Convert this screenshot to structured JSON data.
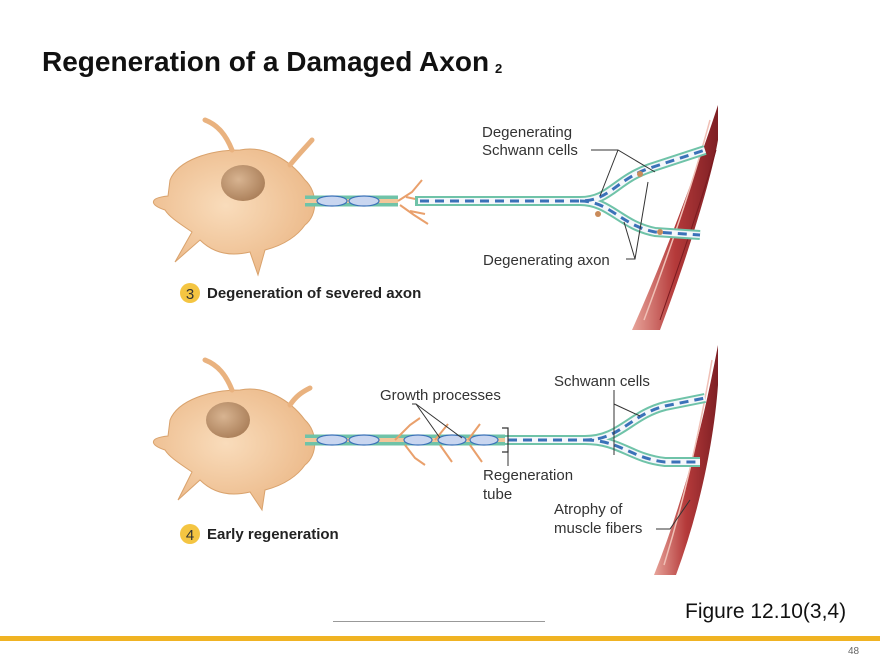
{
  "slide": {
    "title": "Regeneration of a Damaged Axon",
    "title_suffix": "2",
    "figure_ref": "Figure 12.10(3,4)",
    "page_number": "48"
  },
  "panels": [
    {
      "step": "3",
      "caption": "Degeneration of severed axon",
      "labels": {
        "schwann_line1": "Degenerating",
        "schwann_line2": "Schwann cells",
        "axon": "Degenerating axon"
      }
    },
    {
      "step": "4",
      "caption": "Early regeneration",
      "labels": {
        "schwann": "Schwann cells",
        "growth": "Growth processes",
        "regen_line1": "Regeneration",
        "regen_line2": "tube",
        "atrophy_line1": "Atrophy of",
        "atrophy_line2": "muscle fibers"
      }
    }
  ],
  "colors": {
    "cell_body": "#f2c79a",
    "cell_outline": "#d9a26c",
    "nucleus": "#c9a27a",
    "axon_green": "#6fc3a8",
    "axon_blue": "#3b72b8",
    "muscle": "#b53a3a",
    "step_badge": "#f4c542",
    "accent_rule": "#f0b323"
  }
}
